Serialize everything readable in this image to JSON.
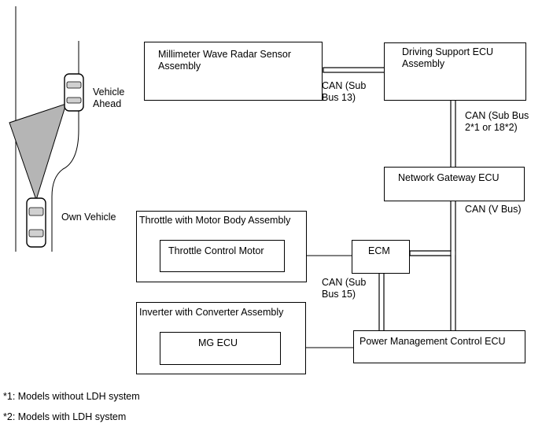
{
  "components": {
    "radar_sensor": "Millimeter Wave Radar Sensor\nAssembly",
    "driving_support_ecu": "Driving Support ECU\nAssembly",
    "network_gateway_ecu": "Network Gateway ECU",
    "ecm": "ECM",
    "power_management_ecu": "Power Management Control ECU",
    "throttle_assembly": "Throttle with Motor Body Assembly",
    "throttle_motor": "Throttle Control Motor",
    "inverter_assembly": "Inverter with Converter Assembly",
    "mg_ecu": "MG ECU"
  },
  "buses": {
    "sub_bus_13": "CAN (Sub\nBus 13)",
    "sub_bus_2_18": "CAN (Sub Bus\n2*1 or 18*2)",
    "v_bus": "CAN (V Bus)",
    "sub_bus_15": "CAN (Sub\nBus 15)"
  },
  "scene": {
    "vehicle_ahead": "Vehicle\nAhead",
    "own_vehicle": "Own Vehicle"
  },
  "footnotes": [
    "*1: Models without LDH system",
    "*2: Models with LDH system"
  ]
}
